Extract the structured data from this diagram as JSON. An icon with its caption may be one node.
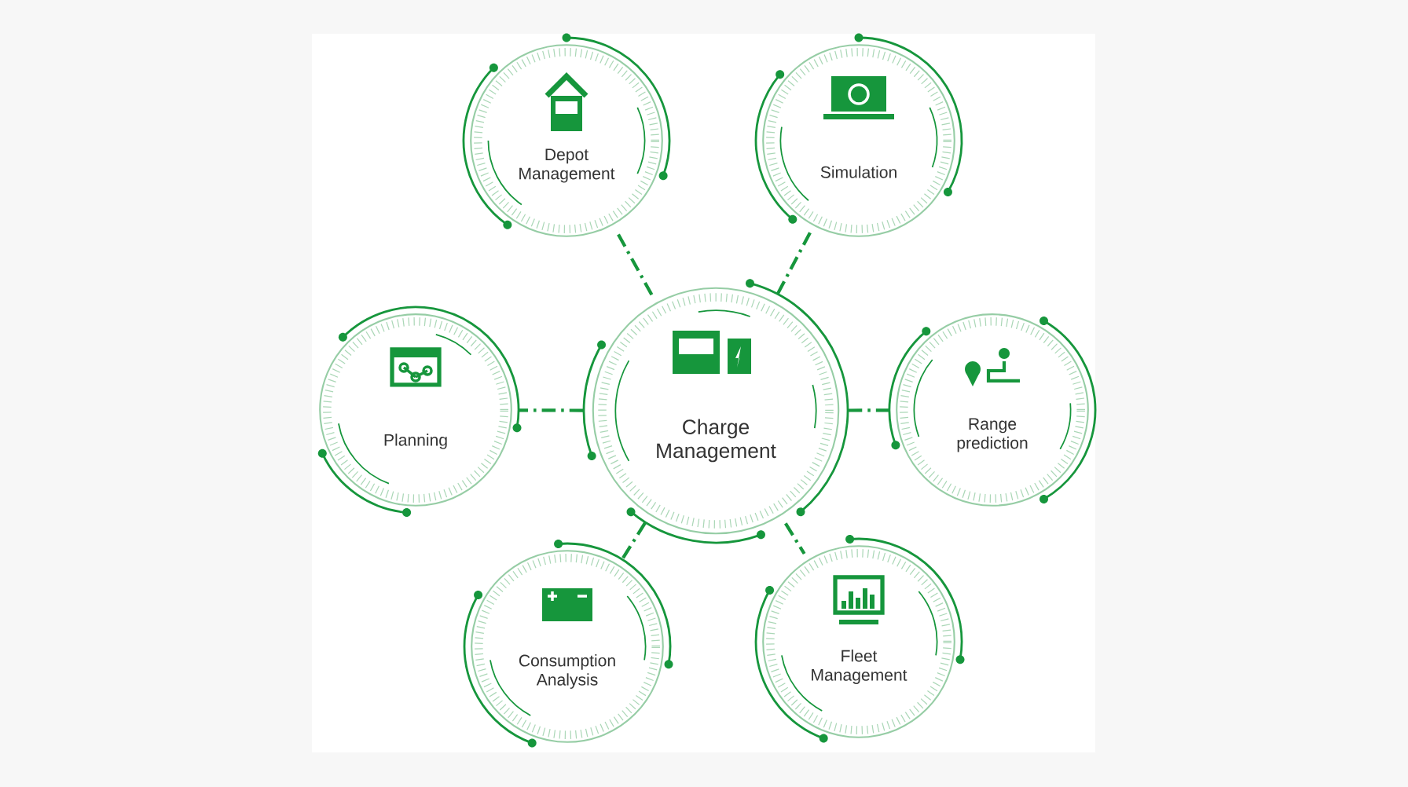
{
  "diagram": {
    "nodes": [
      {
        "text": [
          "Charge Management"
        ]
      },
      {
        "text": [
          "Depot Management"
        ]
      },
      {
        "text": [
          "Simulation"
        ]
      },
      {
        "text": [
          "Planning"
        ]
      },
      {
        "text": [
          "Range prediction"
        ]
      },
      {
        "text": [
          "Consumption Analysis"
        ]
      },
      {
        "text": [
          "Fleet Management"
        ]
      }
    ],
    "edges": [
      {
        "from": 0,
        "to": 1,
        "arrow": "none"
      },
      {
        "from": 0,
        "to": 2,
        "arrow": "none"
      },
      {
        "from": 0,
        "to": 3,
        "arrow": "none"
      },
      {
        "from": 0,
        "to": 4,
        "arrow": "none"
      },
      {
        "from": 0,
        "to": 5,
        "arrow": "none"
      },
      {
        "from": 0,
        "to": 6,
        "arrow": "none"
      }
    ]
  }
}
